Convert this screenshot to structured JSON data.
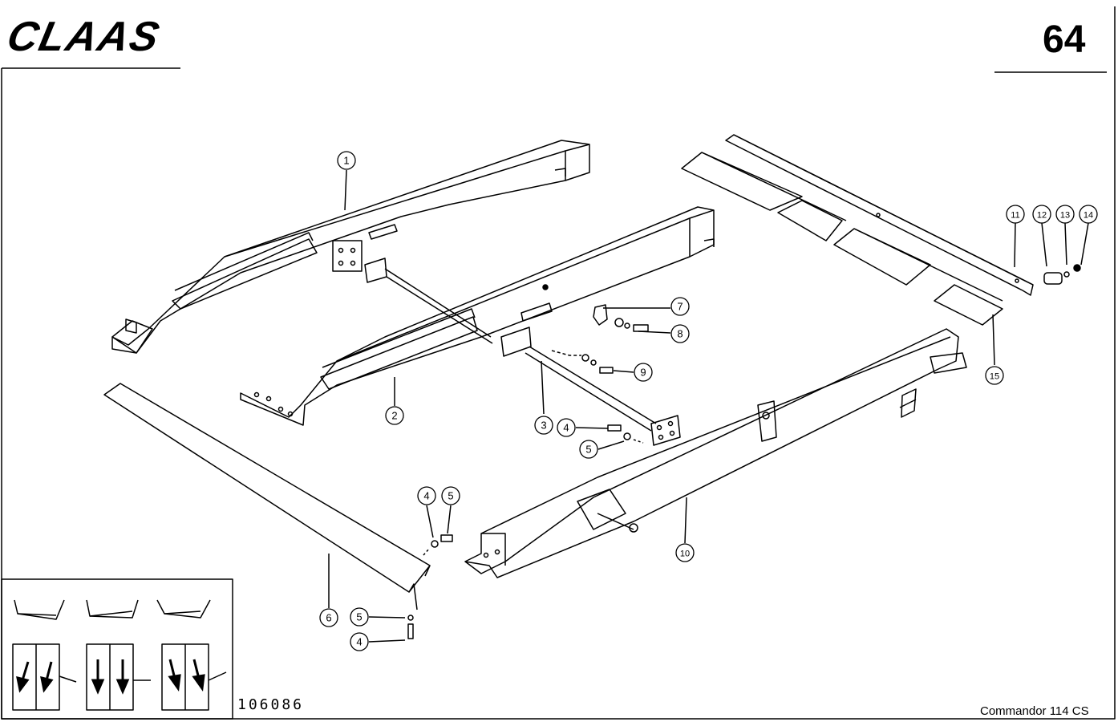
{
  "header": {
    "brand": "CLAAS",
    "page_number": "64"
  },
  "footer": {
    "drawing_number": "106086",
    "model": "Commandor 114 CS"
  },
  "callouts": [
    {
      "part": "1"
    },
    {
      "part": "2"
    },
    {
      "part": "3"
    },
    {
      "part": "4"
    },
    {
      "part": "5"
    },
    {
      "part": "4"
    },
    {
      "part": "5"
    },
    {
      "part": "6"
    },
    {
      "part": "5"
    },
    {
      "part": "4"
    },
    {
      "part": "7"
    },
    {
      "part": "8"
    },
    {
      "part": "9"
    },
    {
      "part": "10"
    },
    {
      "part": "11"
    },
    {
      "part": "12"
    },
    {
      "part": "13"
    },
    {
      "part": "14"
    },
    {
      "part": "15"
    }
  ]
}
